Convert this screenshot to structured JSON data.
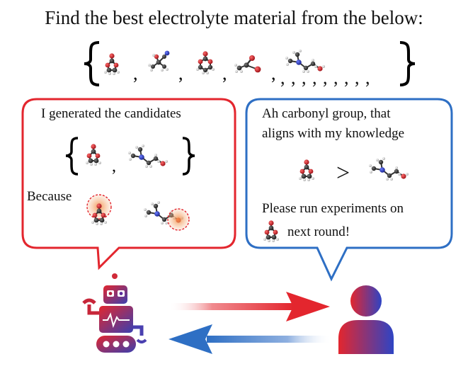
{
  "title": "Find the best electrolyte material from the below:",
  "list_tail": ", , , , , , , , ,",
  "left_bubble": {
    "line1": "I generated the candidates",
    "because": "Because"
  },
  "right_bubble": {
    "line1": "Ah carbonyl group, that",
    "line2": "aligns with my knowledge",
    "comparison": ">",
    "line3": "Please run experiments on",
    "line4": "next round!"
  },
  "colors": {
    "red": "#e3262e",
    "blue": "#2e6fc4",
    "robot_purple": "#6a3a8c",
    "molecule_carbon": "#2a2a2a",
    "molecule_oxygen": "#d0202a",
    "molecule_nitrogen": "#2233cc",
    "molecule_hydrogen": "#e8e8e8",
    "highlight": "#f08a3c"
  },
  "icons": [
    "robot-icon",
    "person-icon",
    "molecule-icon"
  ]
}
